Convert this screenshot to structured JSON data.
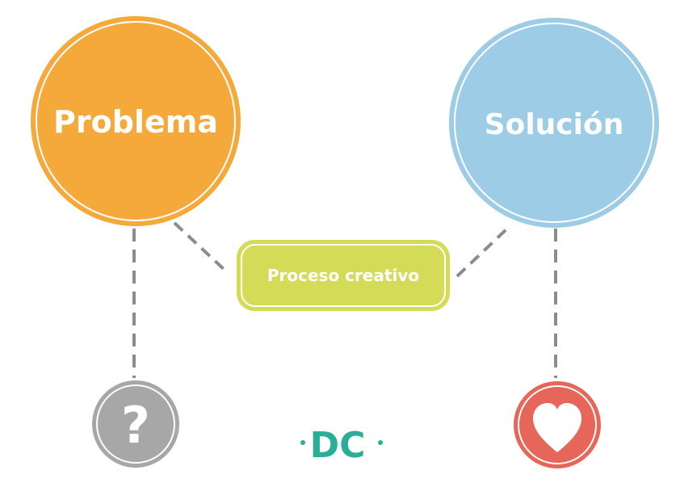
{
  "diagram": {
    "problem": {
      "label": "Problema",
      "color": "#F5A93B"
    },
    "solution": {
      "label": "Solución",
      "color": "#9CCCE6"
    },
    "process": {
      "label": "Proceso creativo",
      "color": "#D3DB57"
    },
    "question": {
      "glyph": "?",
      "color": "#A7A7A7"
    },
    "heart": {
      "icon": "heart-icon",
      "color": "#E6675A"
    },
    "connector_color": "#8C8C8C",
    "logo": {
      "text": "DC",
      "color": "#2AAE97"
    }
  }
}
